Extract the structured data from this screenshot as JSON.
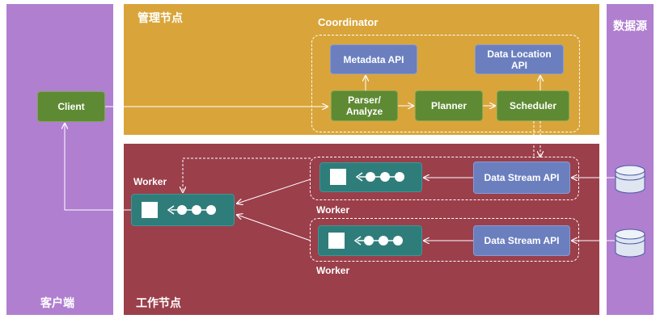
{
  "panels": {
    "client_side": {
      "label": "客户端",
      "color": "#b07fd0"
    },
    "management": {
      "label": "管理节点",
      "color": "#d9a53a"
    },
    "worker_side": {
      "label": "工作节点",
      "color": "#9b3f4b"
    },
    "data_source": {
      "label": "数据源",
      "color": "#b07fd0"
    }
  },
  "coordinator": {
    "label": "Coordinator",
    "metadata_api": "Metadata API",
    "data_location_api": "Data Location API",
    "parser": "Parser/ Analyze",
    "planner": "Planner",
    "scheduler": "Scheduler"
  },
  "client": {
    "label": "Client"
  },
  "workers": {
    "main_label": "Worker",
    "top_label": "Worker",
    "bottom_label": "Worker",
    "top_stream_api": "Data Stream API",
    "bottom_stream_api": "Data Stream API"
  },
  "colors": {
    "green_node": "#5f8a34",
    "blue_node": "#6b7fbf",
    "teal_node": "#2f7d7b",
    "db_fill": "#dfe6f2"
  },
  "icons": [
    "database-icon",
    "pipeline-icon"
  ]
}
